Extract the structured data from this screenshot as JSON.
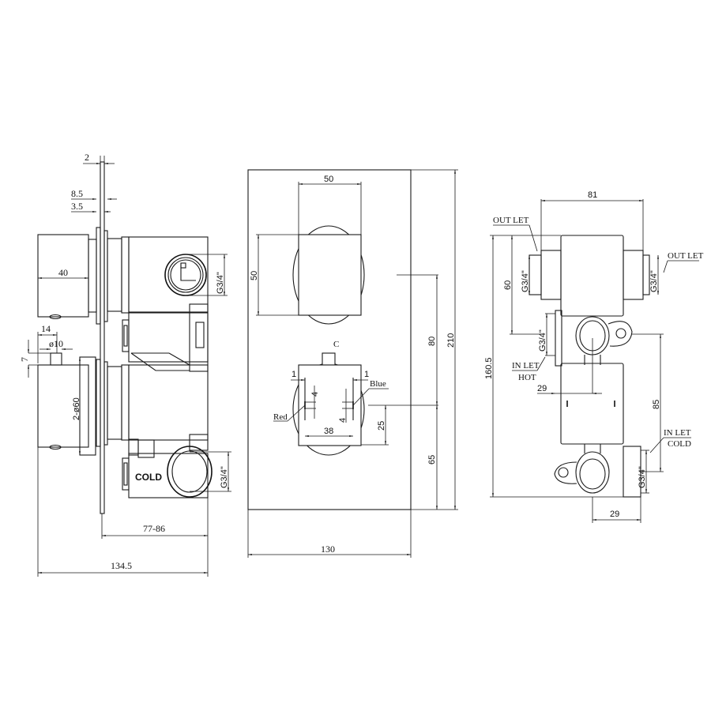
{
  "drawing": {
    "type": "technical-drawing",
    "subject": "concealed thermostatic shower valve",
    "line_color": "#1a1a1a",
    "background": "#ffffff"
  },
  "side_view": {
    "dims": {
      "plate_thickness": "2",
      "flange_a": "8.5",
      "flange_b": "3.5",
      "handle_depth": "40",
      "spout_offset": "14",
      "spout_diameter": "ø10",
      "spout_height": "7",
      "handle_diameter": "2-ø60",
      "recess_depth": "77-86",
      "overall_depth": "134.5",
      "thread_top": "G3/4\"",
      "thread_bottom": "G3/4\""
    },
    "labels": {
      "cold": "COLD"
    }
  },
  "front_view": {
    "dims": {
      "knob_width": "50",
      "knob_height": "50",
      "plate_width": "130",
      "plate_height": "210",
      "centre_spacing": "80",
      "lower_centre": "65",
      "lower_offset": "25",
      "indicator_spacing": "38",
      "indicator_gap_left": "1",
      "indicator_gap_right": "1",
      "indicator_len_left": "4",
      "indicator_len_right": "4"
    },
    "labels": {
      "centre_mark": "C",
      "red": "Red",
      "blue": "Blue"
    }
  },
  "rear_view": {
    "dims": {
      "outlet_span": "81",
      "outlet_offset": "60",
      "overall_height": "160.5",
      "inlet_spacing": "85",
      "hot_offset": "29",
      "cold_offset": "29",
      "thread_outlet_left": "G3/4\"",
      "thread_outlet_right": "G3/4\"",
      "thread_inlet_hot": "G3/4\"",
      "thread_inlet_cold": "G3/4\""
    },
    "labels": {
      "outlet_left": "OUT LET",
      "outlet_right": "OUT LET",
      "inlet_hot_1": "IN LET",
      "inlet_hot_2": "HOT",
      "inlet_cold_1": "IN LET",
      "inlet_cold_2": "COLD"
    }
  }
}
